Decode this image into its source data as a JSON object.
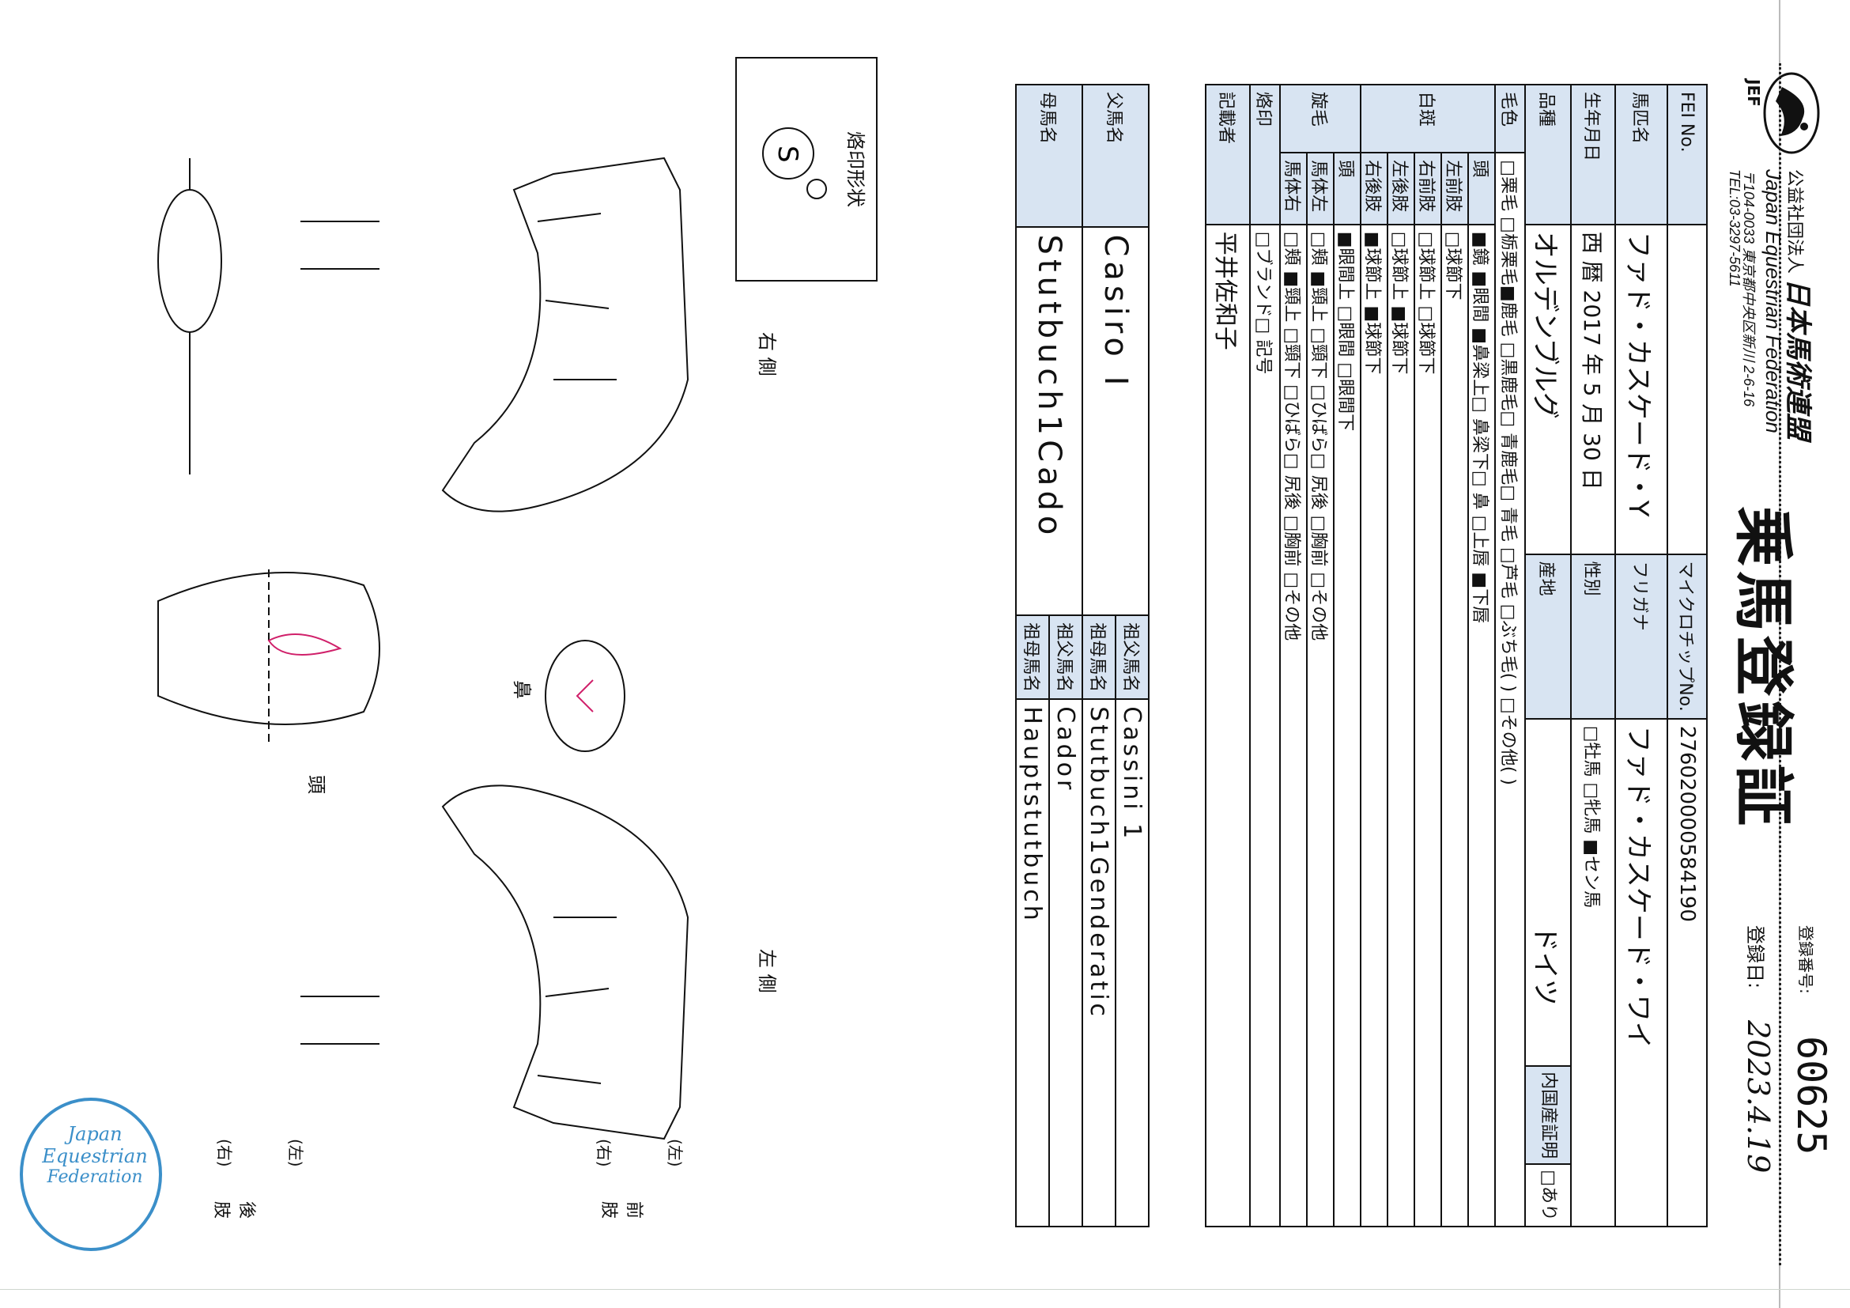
{
  "header": {
    "org_type": "公益社団法人",
    "org_name_ja": "日本馬術連盟",
    "org_name_en": "Japan Equestrian Federation",
    "org_address": "〒104-0033 東京都中央区新川 2-6-16",
    "org_tel": "TEL:03-3297-5611",
    "logo_text": "JEF",
    "title": "乗馬登録証",
    "reg_no_label": "登録番号:",
    "reg_no": "60625",
    "reg_date_label": "登録日:",
    "reg_date": "2023.4.19"
  },
  "form": {
    "fei_no_label": "FEI No.",
    "microchip_label": "マイクロチップNo.",
    "microchip_value": "276020000584190",
    "name_label": "馬匹名",
    "name_value": "ファド・カスケード・Y",
    "furigana_label": "フリガナ",
    "furigana_value": "ファド・カスケード・ワイ",
    "birth_label": "生年月日",
    "birth_value": "西 暦 2017 年 5 月 30 日",
    "sex_label": "性別",
    "sex_options": "□牡馬 □牝馬 ■セン馬",
    "breed_label": "品種",
    "breed_value": "オルデンブルグ",
    "origin_label": "産地",
    "origin_value": "ドイツ",
    "domestic_label": "内国産証明",
    "domestic_option": "□あり",
    "coat_label": "毛色",
    "coat_options": "□栗毛 □栃栗毛■鹿毛 □黒鹿毛□ 青鹿毛□ 青毛 □芦毛 □ぶち毛( ) □その他( )",
    "markings_label": "白斑",
    "head_label": "頭",
    "head_marks": "■鏡 ■眼間 ■鼻梁上□ 鼻梁下□ 鼻 □上唇 ■下唇",
    "lf_label": "左前肢",
    "lf_marks": "□球節下",
    "rf_label": "右前肢",
    "rf_marks": "□球節上 □球節下",
    "lh_label": "左後肢",
    "lh_marks": "□球節上 ■球節下",
    "rh_label": "右後肢",
    "rh_marks": "■球節上 ■球節下",
    "whorl_label": "旋毛",
    "whorl_head_label": "頭",
    "whorl_head_marks": "■眼間上 □眼間 □眼間下",
    "whorl_left_label": "馬体左",
    "whorl_left_marks": "□頬 ■頸上 □頸下 □ひばら□ 尻後 □胸前 □その他",
    "whorl_right_label": "馬体右",
    "whorl_right_marks": "□頬 ■頸上 □頸下 □ひばら□ 尻後 □胸前 □その他",
    "brand_label": "烙印",
    "brand_options": "□ブランド□ 記号",
    "recorder_label": "記載者",
    "recorder_value": "平井佐和子",
    "sire_label": "父馬名",
    "sire_value": "Casiro Ⅰ",
    "dam_label": "母馬名",
    "dam_value": "Stutbuch1Cado",
    "gs_label": "祖父馬名",
    "gs_value": "Cassini 1",
    "gd_label": "祖母馬名",
    "gd_value": "Stutbuch1Genderatic",
    "mgs_label": "祖父馬名",
    "mgs_value": "Cador",
    "mgd_label": "祖母馬名",
    "mgd_value": "Hauptstutbuch"
  },
  "diagram": {
    "brand_shape_label": "烙印形状",
    "right_side_label": "右 側",
    "left_side_label": "左 側",
    "head_label": "頭",
    "nose_label": "鼻",
    "fore_label": "前 肢",
    "hind_label": "後 肢",
    "left_mark": "(左)",
    "right_mark": "(右)"
  },
  "stamp": {
    "line1": "Japan",
    "line2": "Equestrian",
    "line3": "Federation",
    "color": "#3b8fc9"
  },
  "colors": {
    "label_bg": "#d8e4f2",
    "annotation": "#d0206a"
  }
}
